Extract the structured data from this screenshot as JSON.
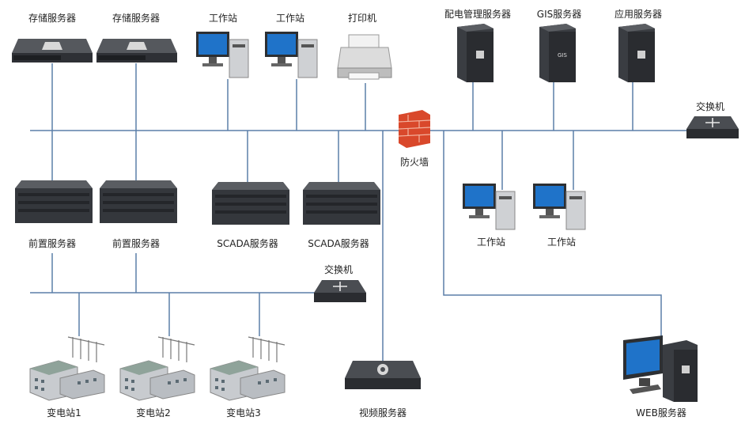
{
  "labels": {
    "storage_server_1": "存储服务器",
    "storage_server_2": "存储服务器",
    "workstation_top_1": "工作站",
    "workstation_top_2": "工作站",
    "printer": "打印机",
    "distribution_mgmt_server": "配电管理服务器",
    "gis_server": "GIS服务器",
    "application_server": "应用服务器",
    "switch_main": "交换机",
    "firewall": "防火墙",
    "front_server_1": "前置服务器",
    "front_server_2": "前置服务器",
    "scada_server_1": "SCADA服务器",
    "scada_server_2": "SCADA服务器",
    "workstation_right_1": "工作站",
    "workstation_right_2": "工作站",
    "switch_lower": "交换机",
    "substation_1": "变电站1",
    "substation_2": "变电站2",
    "substation_3": "变电站3",
    "video_server": "视频服务器",
    "web_server": "WEB服务器"
  },
  "device_badges": {
    "gis_server": "GIS"
  },
  "colors": {
    "wire": "#5b7fa8",
    "device_dark": "#3a3d42",
    "screen_blue": "#1f73c9",
    "firewall_red": "#d9482b"
  },
  "icons": {
    "rack_server": "rack-server-icon",
    "tower_server": "tower-server-icon",
    "workstation": "workstation-icon",
    "printer": "printer-icon",
    "switch": "switch-icon",
    "firewall": "firewall-icon",
    "substation": "substation-icon"
  }
}
